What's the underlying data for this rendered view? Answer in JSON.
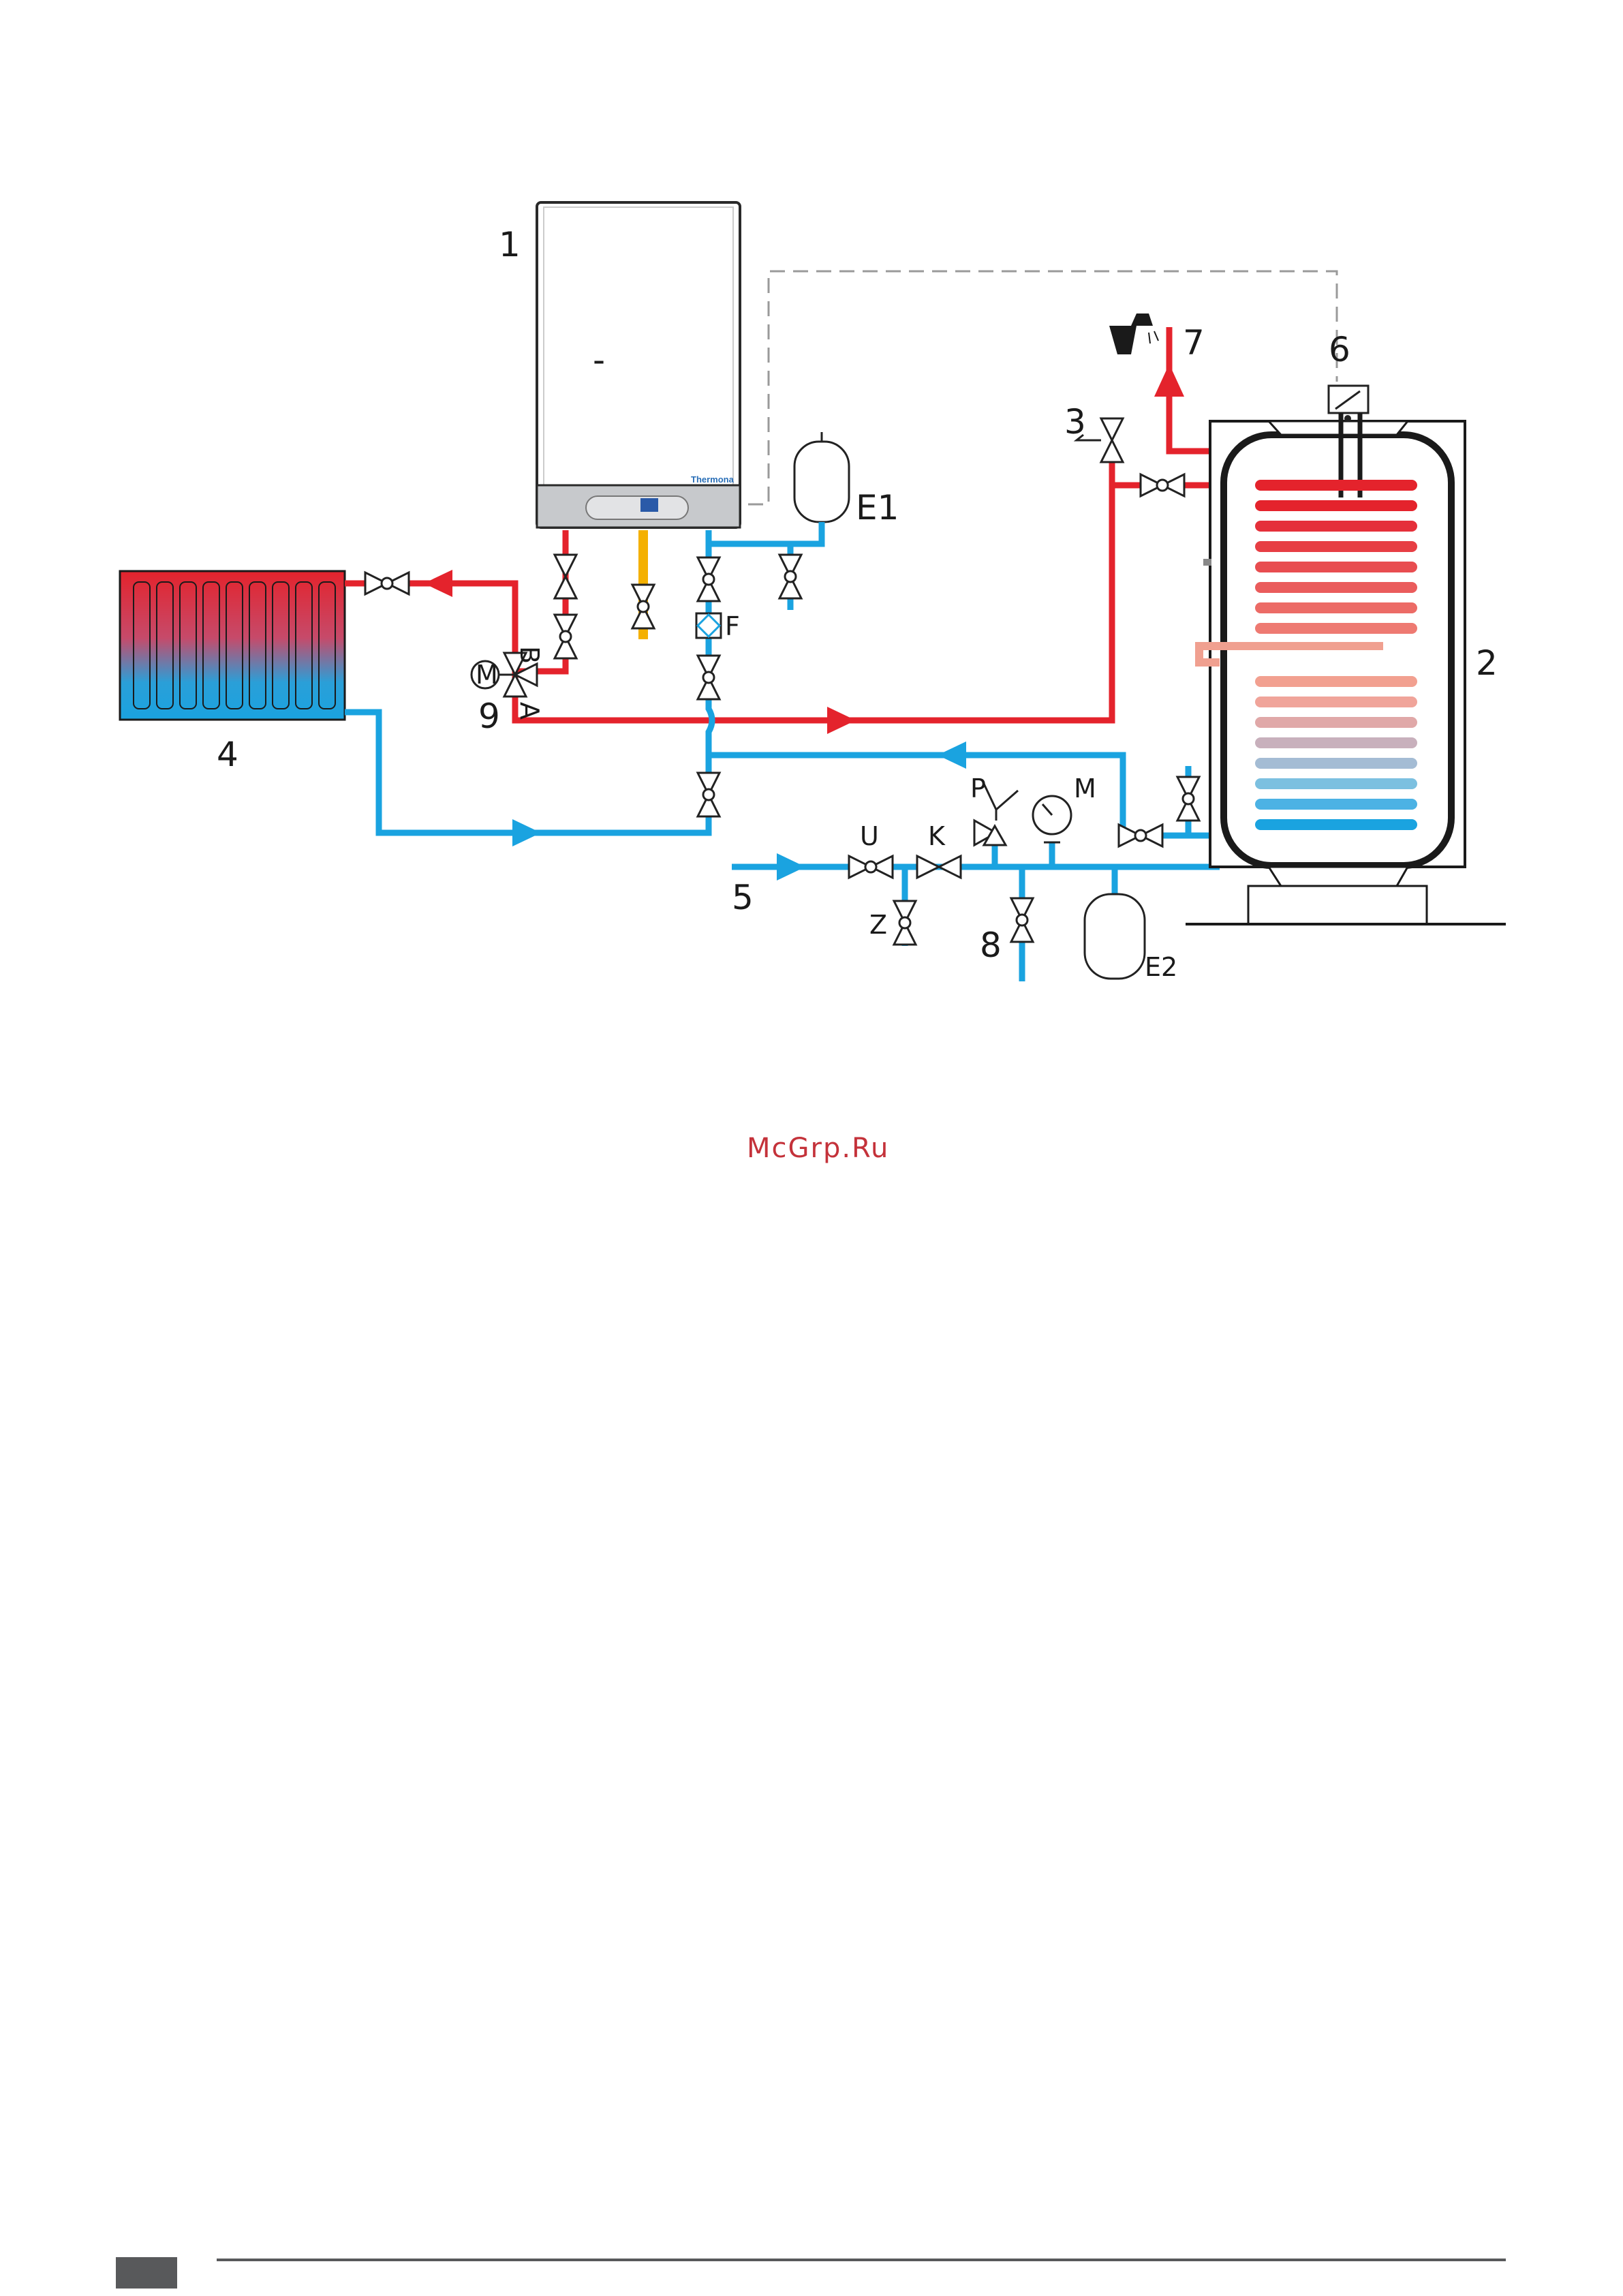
{
  "labels": {
    "boiler": "1",
    "boiler_dash": "-",
    "boiler_brand": "Thermona",
    "tank": "2",
    "valve3": "3",
    "radiator": "4",
    "cold_inlet": "5",
    "thermostat": "6",
    "hot_outlet": "7",
    "drain": "8",
    "three_way_valve": "9",
    "expansion_heating": "E1",
    "expansion_water": "E2",
    "filter": "F",
    "port_a": "A",
    "port_b": "B",
    "motor": "M",
    "safety_valve": "P",
    "manometer": "M",
    "shutoff_valve": "U",
    "check_valve": "K",
    "test_valve": "Z"
  },
  "watermark": "McGrp.Ru",
  "colors": {
    "hot": "#e4232c",
    "cold": "#1aa3e0",
    "gas": "#f4b000",
    "dashed": "#9a9a9a",
    "watermark": "#c4323a"
  },
  "icons": [
    "tap-icon",
    "valve-icon",
    "three-way-valve-icon",
    "filter-icon",
    "safety-valve-icon",
    "manometer-icon",
    "check-valve-icon",
    "expansion-vessel-icon",
    "thermostat-icon"
  ]
}
